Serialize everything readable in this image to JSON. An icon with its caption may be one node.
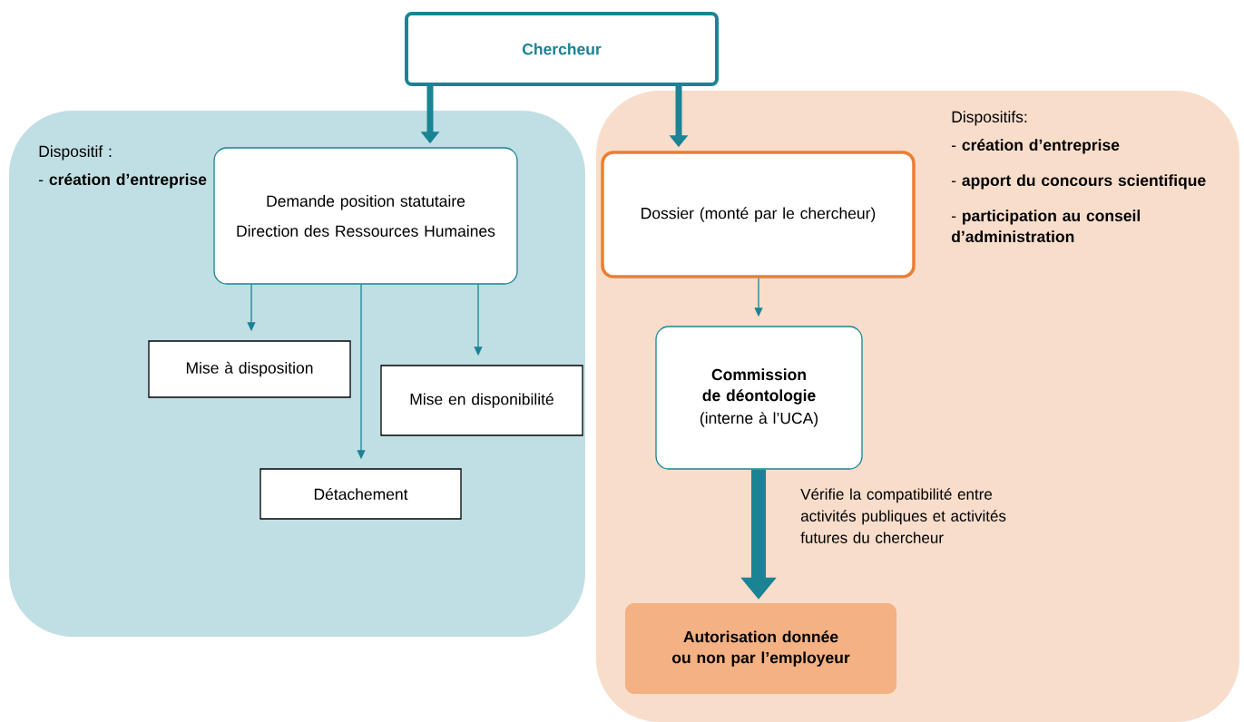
{
  "diagram": {
    "nodes": [
      {
        "text": [
          "Chercheur"
        ]
      },
      {
        "text": [
          "Dispositif :",
          "- **création d’entreprise**"
        ]
      },
      {
        "text": [
          "Dispositifs:",
          "- **création d’entreprise**",
          "- **apport du concours scientifique**",
          "- **participation au conseil d’administration**"
        ]
      },
      {
        "text": [
          "Demande position statutaire",
          "Direction des Ressources Humaines"
        ],
        "in": 1
      },
      {
        "text": [
          "Mise à disposition"
        ],
        "in": 1
      },
      {
        "text": [
          "Mise en disponibilité"
        ],
        "in": 1
      },
      {
        "text": [
          "Détachement"
        ],
        "in": 1
      },
      {
        "text": [
          "Dossier (monté par le chercheur)"
        ],
        "in": 2
      },
      {
        "text": [
          "Commission de déontologie",
          "(interne à l’UCA)"
        ],
        "in": 2
      },
      {
        "text": [
          "Autorisation donnée ou non par l’employeur"
        ],
        "in": 2
      }
    ],
    "edges": [
      {
        "from": 0,
        "to": 3,
        "arrow": "to",
        "style": "thick"
      },
      {
        "from": 0,
        "to": 7,
        "arrow": "to",
        "style": "thick"
      },
      {
        "from": 3,
        "to": 4,
        "arrow": "to"
      },
      {
        "from": 3,
        "to": 6,
        "arrow": "to"
      },
      {
        "from": 3,
        "to": 5,
        "arrow": "to"
      },
      {
        "from": 7,
        "to": 8,
        "arrow": "to"
      },
      {
        "from": 8,
        "to": 9,
        "arrow": "to",
        "style": "thick",
        "label": "Vérifie la compatibilité entre activités publiques et activités futures du chercheur"
      }
    ]
  }
}
